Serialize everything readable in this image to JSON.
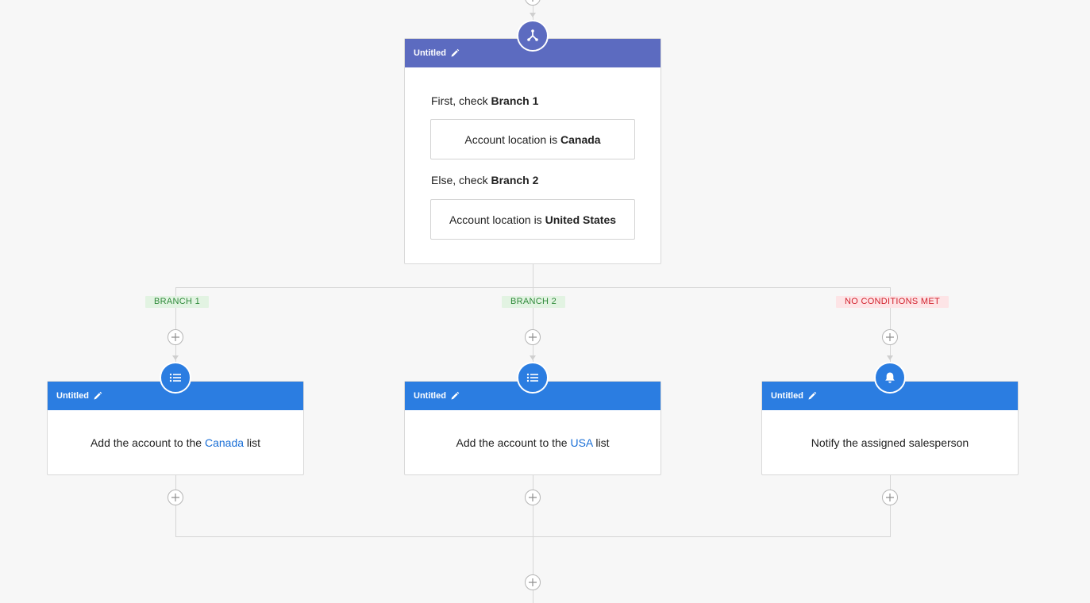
{
  "split_step": {
    "title": "Untitled",
    "icon": "split-icon",
    "branch1_prefix": "First, check",
    "branch1_name": "Branch 1",
    "branch1_condition_prefix": "Account location is",
    "branch1_condition_value": "Canada",
    "branch2_prefix": "Else, check",
    "branch2_name": "Branch 2",
    "branch2_condition_prefix": "Account location is",
    "branch2_condition_value": "United States"
  },
  "branch_tags": {
    "branch1": "BRANCH 1",
    "branch2": "BRANCH 2",
    "fallback": "NO CONDITIONS MET"
  },
  "steps": {
    "left": {
      "title": "Untitled",
      "icon": "list-icon",
      "text_prefix": "Add the account to the",
      "text_link": "Canada",
      "text_suffix": "list"
    },
    "middle": {
      "title": "Untitled",
      "icon": "list-icon",
      "text_prefix": "Add the account to the",
      "text_link": "USA",
      "text_suffix": "list"
    },
    "right": {
      "title": "Untitled",
      "icon": "bell-icon",
      "text": "Notify the assigned salesperson"
    }
  },
  "colors": {
    "split_header": "#5c6bc0",
    "action_header": "#2b7de1",
    "link": "#1a6fd6",
    "branch_tag_bg": "#e2f3e2",
    "branch_tag_text": "#2f8a3a",
    "fallback_tag_bg": "#fde4e6",
    "fallback_tag_text": "#d2222d"
  }
}
